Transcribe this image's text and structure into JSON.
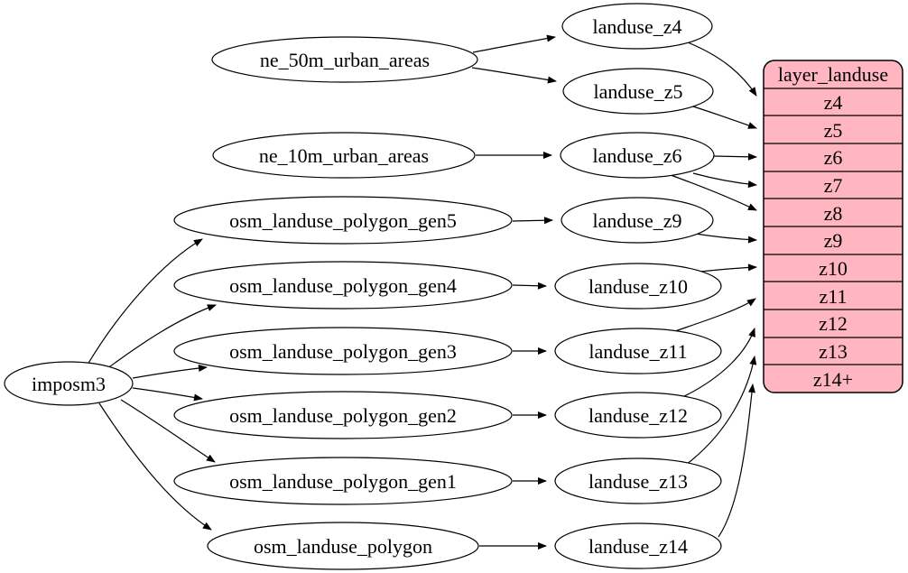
{
  "diagram": {
    "kind": "dependency-graph",
    "colors": {
      "background": "#ffffff",
      "node_fill": "#ffffff",
      "table_fill": "#ffb6c1",
      "stroke": "#000000"
    },
    "nodes": {
      "imposm3": "imposm3",
      "ne_50m_urban_areas": "ne_50m_urban_areas",
      "ne_10m_urban_areas": "ne_10m_urban_areas",
      "osm_landuse_polygon_gen5": "osm_landuse_polygon_gen5",
      "osm_landuse_polygon_gen4": "osm_landuse_polygon_gen4",
      "osm_landuse_polygon_gen3": "osm_landuse_polygon_gen3",
      "osm_landuse_polygon_gen2": "osm_landuse_polygon_gen2",
      "osm_landuse_polygon_gen1": "osm_landuse_polygon_gen1",
      "osm_landuse_polygon": "osm_landuse_polygon",
      "landuse_z4": "landuse_z4",
      "landuse_z5": "landuse_z5",
      "landuse_z6": "landuse_z6",
      "landuse_z9": "landuse_z9",
      "landuse_z10": "landuse_z10",
      "landuse_z11": "landuse_z11",
      "landuse_z12": "landuse_z12",
      "landuse_z13": "landuse_z13",
      "landuse_z14": "landuse_z14"
    },
    "table": {
      "title": "layer_landuse",
      "rows": [
        "z4",
        "z5",
        "z6",
        "z7",
        "z8",
        "z9",
        "z10",
        "z11",
        "z12",
        "z13",
        "z14+"
      ]
    },
    "edges": [
      [
        "imposm3",
        "osm_landuse_polygon_gen5"
      ],
      [
        "imposm3",
        "osm_landuse_polygon_gen4"
      ],
      [
        "imposm3",
        "osm_landuse_polygon_gen3"
      ],
      [
        "imposm3",
        "osm_landuse_polygon_gen2"
      ],
      [
        "imposm3",
        "osm_landuse_polygon_gen1"
      ],
      [
        "imposm3",
        "osm_landuse_polygon"
      ],
      [
        "ne_50m_urban_areas",
        "landuse_z4"
      ],
      [
        "ne_50m_urban_areas",
        "landuse_z5"
      ],
      [
        "ne_10m_urban_areas",
        "landuse_z6"
      ],
      [
        "osm_landuse_polygon_gen5",
        "landuse_z9"
      ],
      [
        "osm_landuse_polygon_gen4",
        "landuse_z10"
      ],
      [
        "osm_landuse_polygon_gen3",
        "landuse_z11"
      ],
      [
        "osm_landuse_polygon_gen2",
        "landuse_z12"
      ],
      [
        "osm_landuse_polygon_gen1",
        "landuse_z13"
      ],
      [
        "osm_landuse_polygon",
        "landuse_z14"
      ],
      [
        "landuse_z4",
        "layer_landuse:z4"
      ],
      [
        "landuse_z5",
        "layer_landuse:z5"
      ],
      [
        "landuse_z6",
        "layer_landuse:z6"
      ],
      [
        "landuse_z6",
        "layer_landuse:z7"
      ],
      [
        "landuse_z6",
        "layer_landuse:z8"
      ],
      [
        "landuse_z9",
        "layer_landuse:z9"
      ],
      [
        "landuse_z10",
        "layer_landuse:z10"
      ],
      [
        "landuse_z11",
        "layer_landuse:z11"
      ],
      [
        "landuse_z12",
        "layer_landuse:z12"
      ],
      [
        "landuse_z13",
        "layer_landuse:z13"
      ],
      [
        "landuse_z14",
        "layer_landuse:z14+"
      ]
    ]
  }
}
